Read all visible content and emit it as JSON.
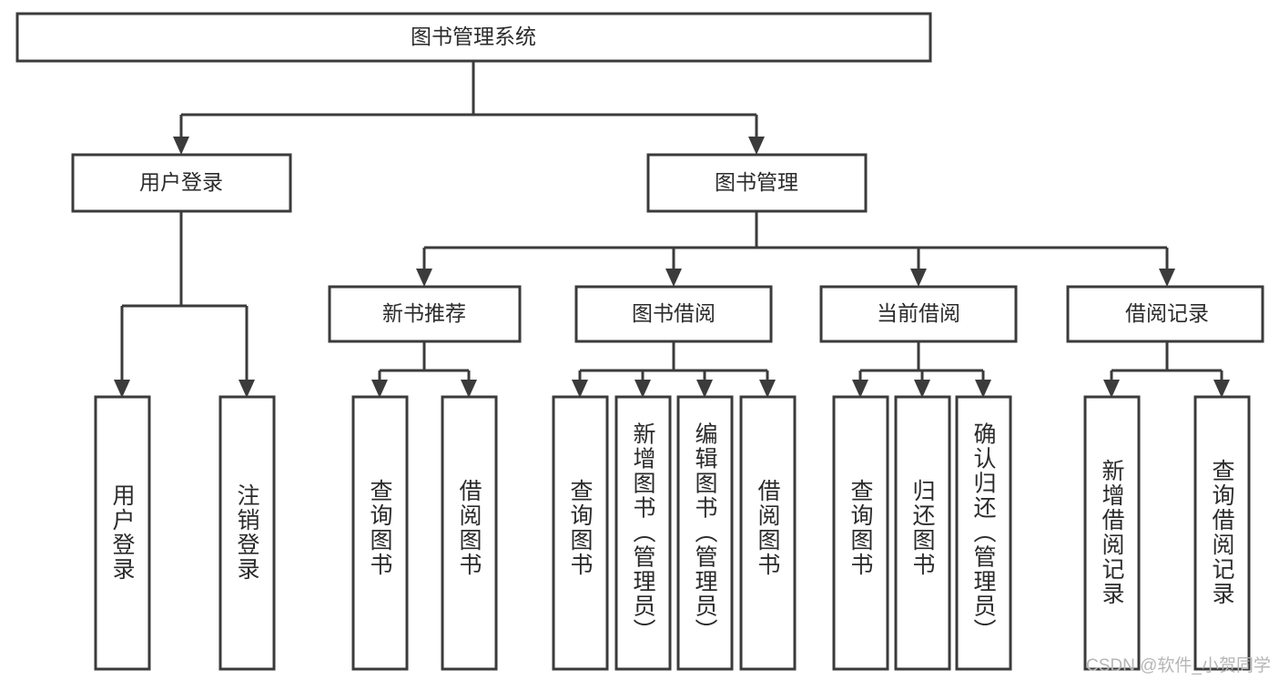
{
  "diagram": {
    "title": "图书管理系统",
    "type": "tree-hierarchy",
    "orientation": "top-down",
    "colors": {
      "box_stroke": "#3b3b3b",
      "box_fill": "#ffffff",
      "connector": "#3b3b3b",
      "text": "#2b2b2b",
      "watermark": "#b6b6b6",
      "background": "#ffffff"
    },
    "levels": {
      "root": {
        "label": "图书管理系统"
      },
      "level2": [
        {
          "label": "用户登录"
        },
        {
          "label": "图书管理"
        }
      ],
      "level3": [
        {
          "label": "新书推荐"
        },
        {
          "label": "图书借阅"
        },
        {
          "label": "当前借阅"
        },
        {
          "label": "借阅记录"
        }
      ],
      "leaves_user_login": [
        {
          "label": "用户登录"
        },
        {
          "label": "注销登录"
        }
      ],
      "leaves_new_book": [
        {
          "label": "查询图书"
        },
        {
          "label": "借阅图书"
        }
      ],
      "leaves_borrow": [
        {
          "label": "查询图书"
        },
        {
          "label": "新增图书（管理员）"
        },
        {
          "label": "编辑图书（管理员）"
        },
        {
          "label": "借阅图书"
        }
      ],
      "leaves_current": [
        {
          "label": "查询图书"
        },
        {
          "label": "归还图书"
        },
        {
          "label": "确认归还（管理员）"
        }
      ],
      "leaves_records": [
        {
          "label": "新增借阅记录"
        },
        {
          "label": "查询借阅记录"
        }
      ]
    }
  },
  "watermark": {
    "text": "CSDN @软件_小贺同学"
  }
}
